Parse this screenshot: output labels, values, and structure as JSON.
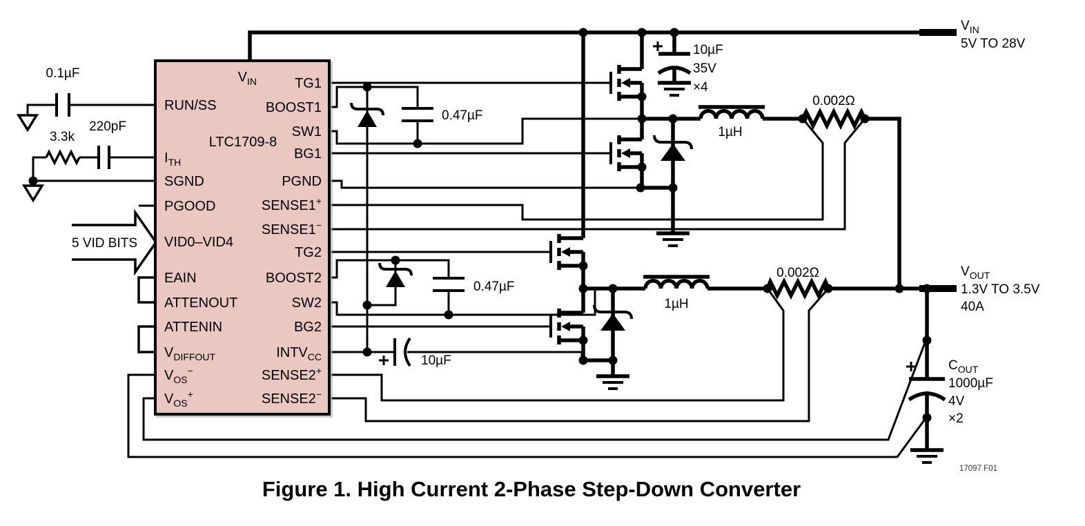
{
  "colors": {
    "ic_fill": "#eac7c0",
    "wire": "#000000",
    "background": "#ffffff"
  },
  "caption": "Figure 1. High Current 2-Phase Step-Down Converter",
  "figure_code": "17097 F01",
  "ic": {
    "part_number": "LTC1709-8",
    "top_pin": {
      "label": "VIN",
      "parts": [
        {
          "t": "V"
        },
        {
          "t": "IN",
          "v": "sub"
        }
      ]
    },
    "pins_left": [
      {
        "label": "RUN/SS",
        "parts": [
          {
            "t": "RUN/SS"
          }
        ]
      },
      {
        "label": "ITH",
        "parts": [
          {
            "t": "I"
          },
          {
            "t": "TH",
            "v": "sub"
          }
        ]
      },
      {
        "label": "SGND",
        "parts": [
          {
            "t": "SGND"
          }
        ]
      },
      {
        "label": "PGOOD",
        "parts": [
          {
            "t": "PGOOD"
          }
        ]
      },
      {
        "label": "VID0–VID4",
        "parts": [
          {
            "t": "VID0–VID4"
          }
        ]
      },
      {
        "label": "EAIN",
        "parts": [
          {
            "t": "EAIN"
          }
        ]
      },
      {
        "label": "ATTENOUT",
        "parts": [
          {
            "t": "ATTENOUT"
          }
        ]
      },
      {
        "label": "ATTENIN",
        "parts": [
          {
            "t": "ATTENIN"
          }
        ]
      },
      {
        "label": "VDIFFOUT",
        "parts": [
          {
            "t": "V"
          },
          {
            "t": "DIFFOUT",
            "v": "sub"
          }
        ]
      },
      {
        "label": "VOS−",
        "parts": [
          {
            "t": "V"
          },
          {
            "t": "OS",
            "v": "sub"
          },
          {
            "t": "−",
            "v": "sup"
          }
        ]
      },
      {
        "label": "VOS+",
        "parts": [
          {
            "t": "V"
          },
          {
            "t": "OS",
            "v": "sub"
          },
          {
            "t": "+",
            "v": "sup"
          }
        ]
      }
    ],
    "pins_right": [
      {
        "label": "TG1",
        "parts": [
          {
            "t": "TG1"
          }
        ]
      },
      {
        "label": "BOOST1",
        "parts": [
          {
            "t": "BOOST1"
          }
        ]
      },
      {
        "label": "SW1",
        "parts": [
          {
            "t": "SW1"
          }
        ]
      },
      {
        "label": "BG1",
        "parts": [
          {
            "t": "BG1"
          }
        ]
      },
      {
        "label": "PGND",
        "parts": [
          {
            "t": "PGND"
          }
        ]
      },
      {
        "label": "SENSE1+",
        "parts": [
          {
            "t": "SENSE1"
          },
          {
            "t": "+",
            "v": "sup"
          }
        ]
      },
      {
        "label": "SENSE1−",
        "parts": [
          {
            "t": "SENSE1"
          },
          {
            "t": "−",
            "v": "sup"
          }
        ]
      },
      {
        "label": "TG2",
        "parts": [
          {
            "t": "TG2"
          }
        ]
      },
      {
        "label": "BOOST2",
        "parts": [
          {
            "t": "BOOST2"
          }
        ]
      },
      {
        "label": "SW2",
        "parts": [
          {
            "t": "SW2"
          }
        ]
      },
      {
        "label": "BG2",
        "parts": [
          {
            "t": "BG2"
          }
        ]
      },
      {
        "label": "INTVCC",
        "parts": [
          {
            "t": "INTV"
          },
          {
            "t": "CC",
            "v": "sub"
          }
        ]
      },
      {
        "label": "SENSE2+",
        "parts": [
          {
            "t": "SENSE2"
          },
          {
            "t": "+",
            "v": "sup"
          }
        ]
      },
      {
        "label": "SENSE2−",
        "parts": [
          {
            "t": "SENSE2"
          },
          {
            "t": "−",
            "v": "sup"
          }
        ]
      }
    ]
  },
  "left_components": {
    "runss_cap_value": "0.1µF",
    "ith_resistor_value": "3.3k",
    "ith_cap_value": "220pF",
    "vid_arrow_label": "5 VID BITS"
  },
  "input_cap": {
    "value": "10µF",
    "voltage": "35V",
    "qty": "×4"
  },
  "intvcc_cap": {
    "value": "10µF"
  },
  "phase1": {
    "boost_cap_value": "0.47µF",
    "inductor_value": "1µH",
    "sense_resistor_value": "0.002Ω"
  },
  "phase2": {
    "boost_cap_value": "0.47µF",
    "inductor_value": "1µH",
    "sense_resistor_value": "0.002Ω"
  },
  "output_cap": {
    "name": {
      "label": "COUT",
      "parts": [
        {
          "t": "C"
        },
        {
          "t": "OUT",
          "v": "sub"
        }
      ]
    },
    "value": "1000µF",
    "voltage": "4V",
    "qty": "×2"
  },
  "terminals": {
    "vin": {
      "name": {
        "label": "VIN",
        "parts": [
          {
            "t": "V"
          },
          {
            "t": "IN",
            "v": "sub"
          }
        ]
      },
      "range": "5V TO 28V"
    },
    "vout": {
      "name": {
        "label": "VOUT",
        "parts": [
          {
            "t": "V"
          },
          {
            "t": "OUT",
            "v": "sub"
          }
        ]
      },
      "range": "1.3V TO 3.5V",
      "current": "40A"
    }
  }
}
